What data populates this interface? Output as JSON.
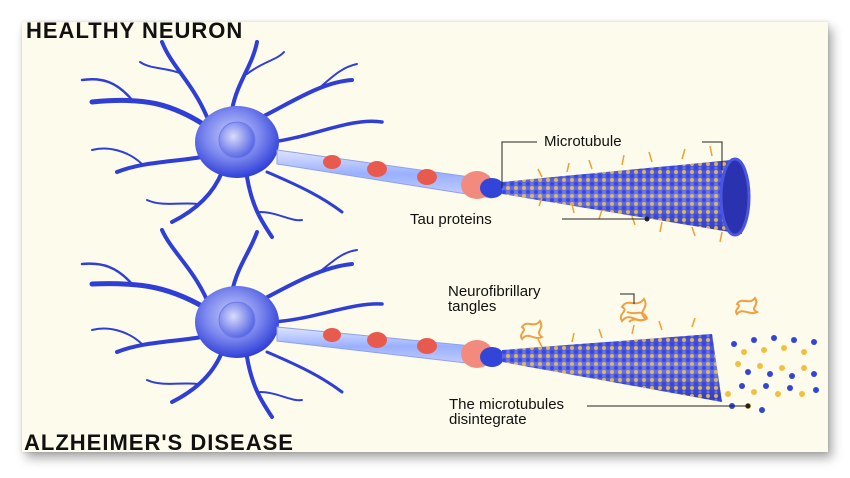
{
  "diagram": {
    "title_top": "HEALTHY NEURON",
    "title_bottom": "ALZHEIMER'S DISEASE",
    "labels": {
      "microtubule": "Microtubule",
      "tau_proteins": "Tau proteins",
      "neurofibrillary_line1": "Neurofibrillary",
      "neurofibrillary_line2": "tangles",
      "disintegrate_line1": "The microtubules",
      "disintegrate_line2": "disintegrate"
    },
    "colors": {
      "background": "#fdfbec",
      "neuron": "#2f3fd6",
      "soma_light": "#9aa4f2",
      "myelin": "#e85a4e",
      "tau_protein": "#f0a030",
      "tangle": "#f0a040"
    }
  }
}
